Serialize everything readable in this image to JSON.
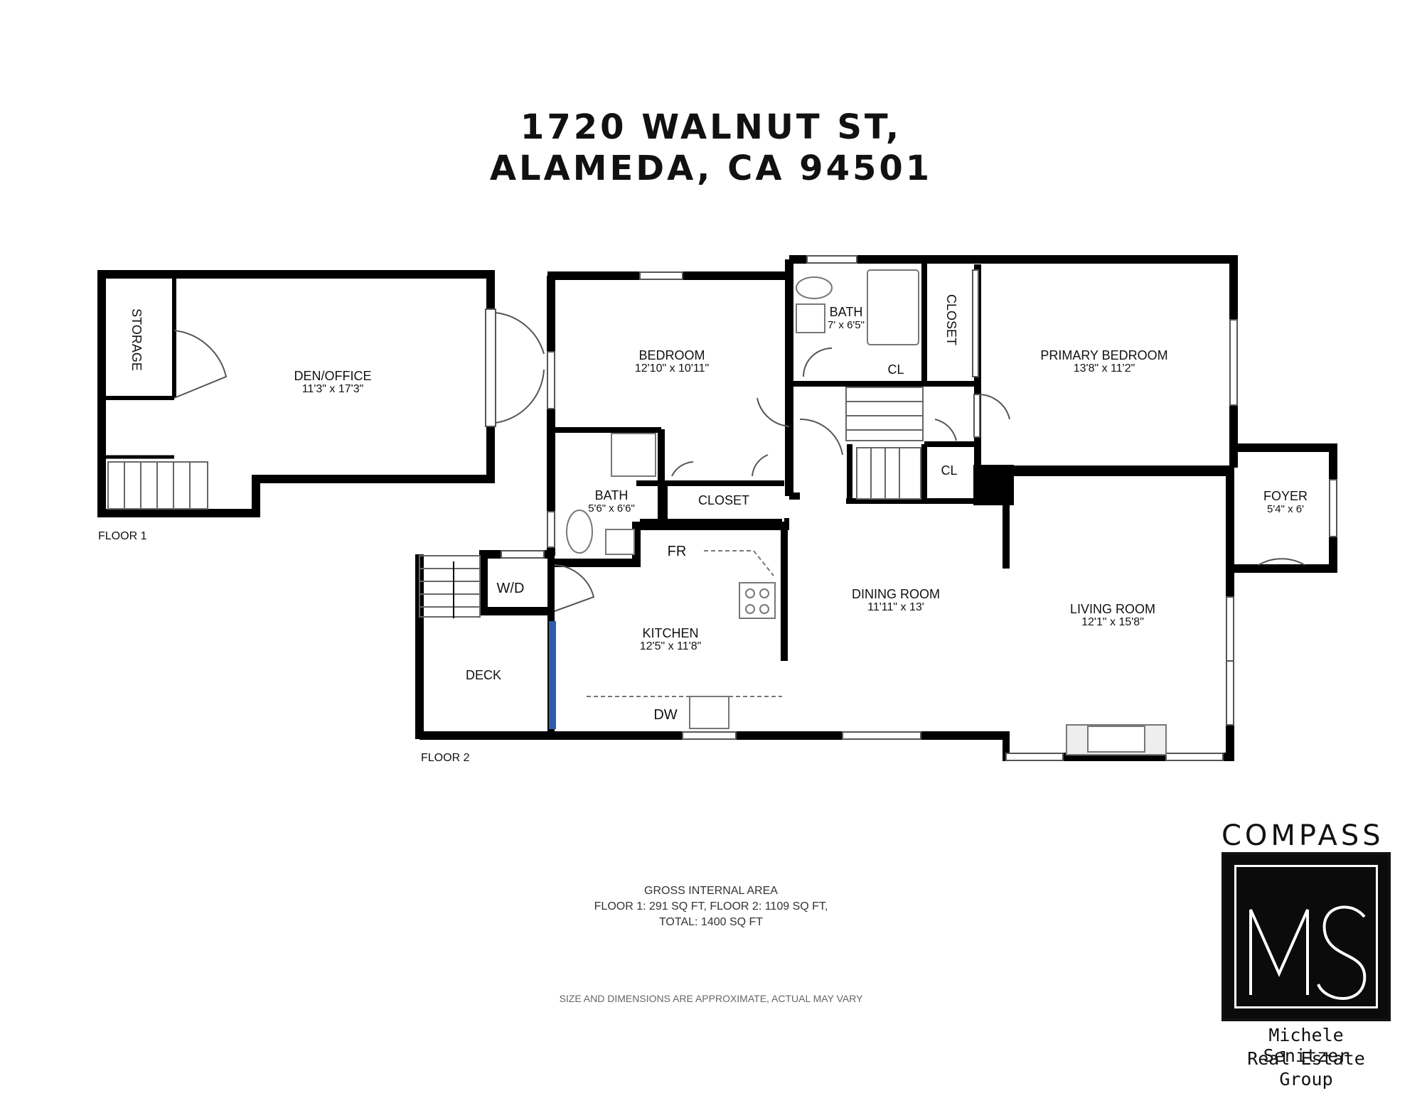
{
  "title": {
    "line1": "1720 WALNUT ST,",
    "line2": "ALAMEDA, CA 94501"
  },
  "floors": {
    "floor1": {
      "label": "FLOOR 1",
      "rooms": [
        {
          "name": "STORAGE",
          "dims": ""
        },
        {
          "name": "DEN/OFFICE",
          "dims": "11'3\" x 17'3\""
        }
      ]
    },
    "floor2": {
      "label": "FLOOR 2",
      "rooms": [
        {
          "name": "BEDROOM",
          "dims": "12'10\" x 10'11\""
        },
        {
          "name": "BATH",
          "dims": "7' x 6'5\""
        },
        {
          "name": "CLOSET",
          "dims": ""
        },
        {
          "name": "PRIMARY BEDROOM",
          "dims": "13'8\" x 11'2\""
        },
        {
          "name": "CL",
          "dims": ""
        },
        {
          "name": "CL",
          "dims": ""
        },
        {
          "name": "BATH",
          "dims": "5'6\" x 6'6\""
        },
        {
          "name": "CLOSET",
          "dims": ""
        },
        {
          "name": "FR",
          "dims": ""
        },
        {
          "name": "W/D",
          "dims": ""
        },
        {
          "name": "KITCHEN",
          "dims": "12'5\" x 11'8\""
        },
        {
          "name": "DW",
          "dims": ""
        },
        {
          "name": "DECK",
          "dims": ""
        },
        {
          "name": "DINING ROOM",
          "dims": "11'11\" x 13'"
        },
        {
          "name": "FOYER",
          "dims": "5'4\" x 6'"
        },
        {
          "name": "LIVING ROOM",
          "dims": "12'1\" x 15'8\""
        }
      ]
    }
  },
  "area": {
    "heading": "GROSS INTERNAL AREA",
    "line2": "FLOOR 1: 291 SQ FT, FLOOR 2: 1109 SQ FT,",
    "line3": "TOTAL: 1400 SQ FT"
  },
  "disclaimer": "SIZE AND DIMENSIONS ARE APPROXIMATE, ACTUAL MAY VARY",
  "logo": {
    "brand": "COMPASS",
    "monogram": "MS",
    "name_line1": "Michele Senitzer",
    "name_line2": "Real Estate Group"
  }
}
